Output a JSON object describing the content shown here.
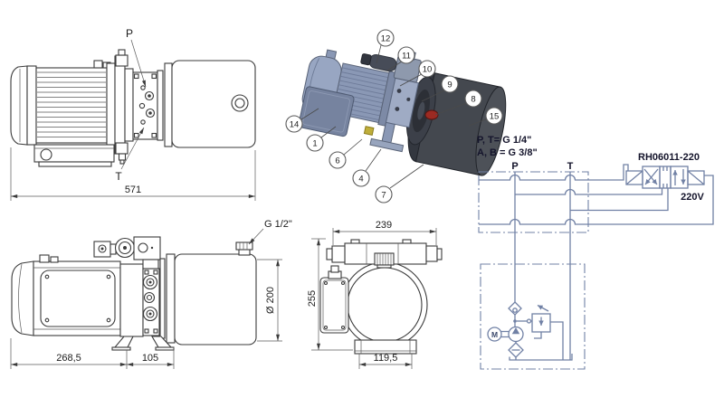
{
  "views": {
    "side_top": {
      "port_p": "P",
      "port_t": "T",
      "dim_total": "571"
    },
    "iso": {
      "callouts": [
        "12",
        "11",
        "10",
        "9",
        "8",
        "15",
        "14",
        "1",
        "6",
        "4",
        "7"
      ]
    },
    "note": {
      "line1": "P, T= G 1/4\"",
      "line2": "A, B = G 3/8\""
    },
    "schematic": {
      "port_p": "P",
      "port_t": "T",
      "model": "RH06011-220",
      "voltage": "220V",
      "motor": "M"
    },
    "side_bottom": {
      "filler": "G 1/2\"",
      "dim_motor": "268,5",
      "dim_pump": "105",
      "dim_dia": "Ø 200"
    },
    "front": {
      "dim_width": "239",
      "dim_height": "255",
      "dim_base": "119,5"
    }
  },
  "colors": {
    "schematic_line": "#7181a5",
    "drawing_line": "#3b3b3b",
    "motor_body": "#8a98b5",
    "tank_body": "#44484f",
    "red_cap": "#9c2a22"
  }
}
